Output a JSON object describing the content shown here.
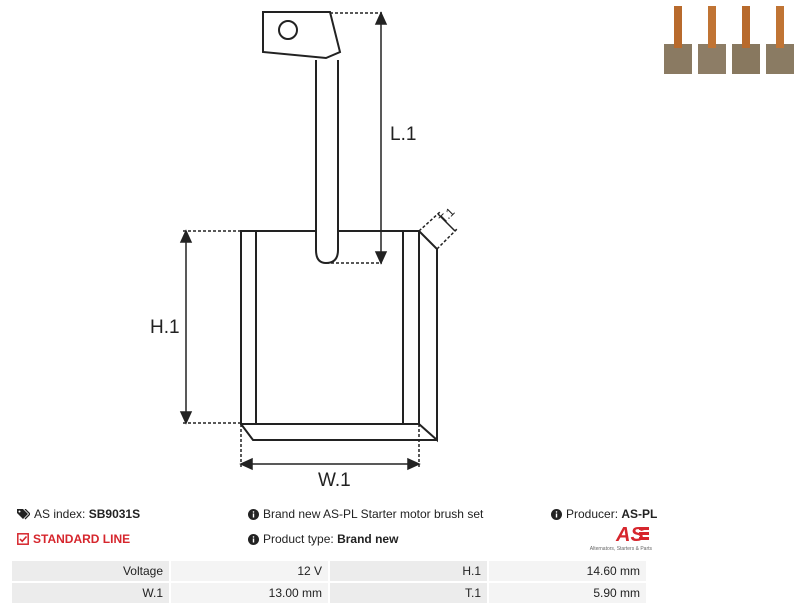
{
  "drawing": {
    "length_label": "L.1",
    "height_label": "H.1",
    "width_label": "W.1",
    "thickness_label": "T.1"
  },
  "info": {
    "as_index_label": "AS index:",
    "as_index_value": "SB9031S",
    "line_label": "STANDARD LINE",
    "description": "Brand new AS-PL Starter motor brush set",
    "product_type_label": "Product type:",
    "product_type_value": "Brand new",
    "producer_label": "Producer:",
    "producer_value": "AS-PL",
    "logo_text": "AS",
    "logo_tagline": "Alternators, Starters & Parts"
  },
  "colors": {
    "accent": "#d6262d",
    "line": "#222222",
    "copper": "#b86a2c"
  },
  "params": [
    {
      "label1": "Voltage",
      "value1": "12 V",
      "label2": "H.1",
      "value2": "14.60 mm"
    },
    {
      "label1": "W.1",
      "value1": "13.00 mm",
      "label2": "T.1",
      "value2": "5.90 mm"
    }
  ]
}
